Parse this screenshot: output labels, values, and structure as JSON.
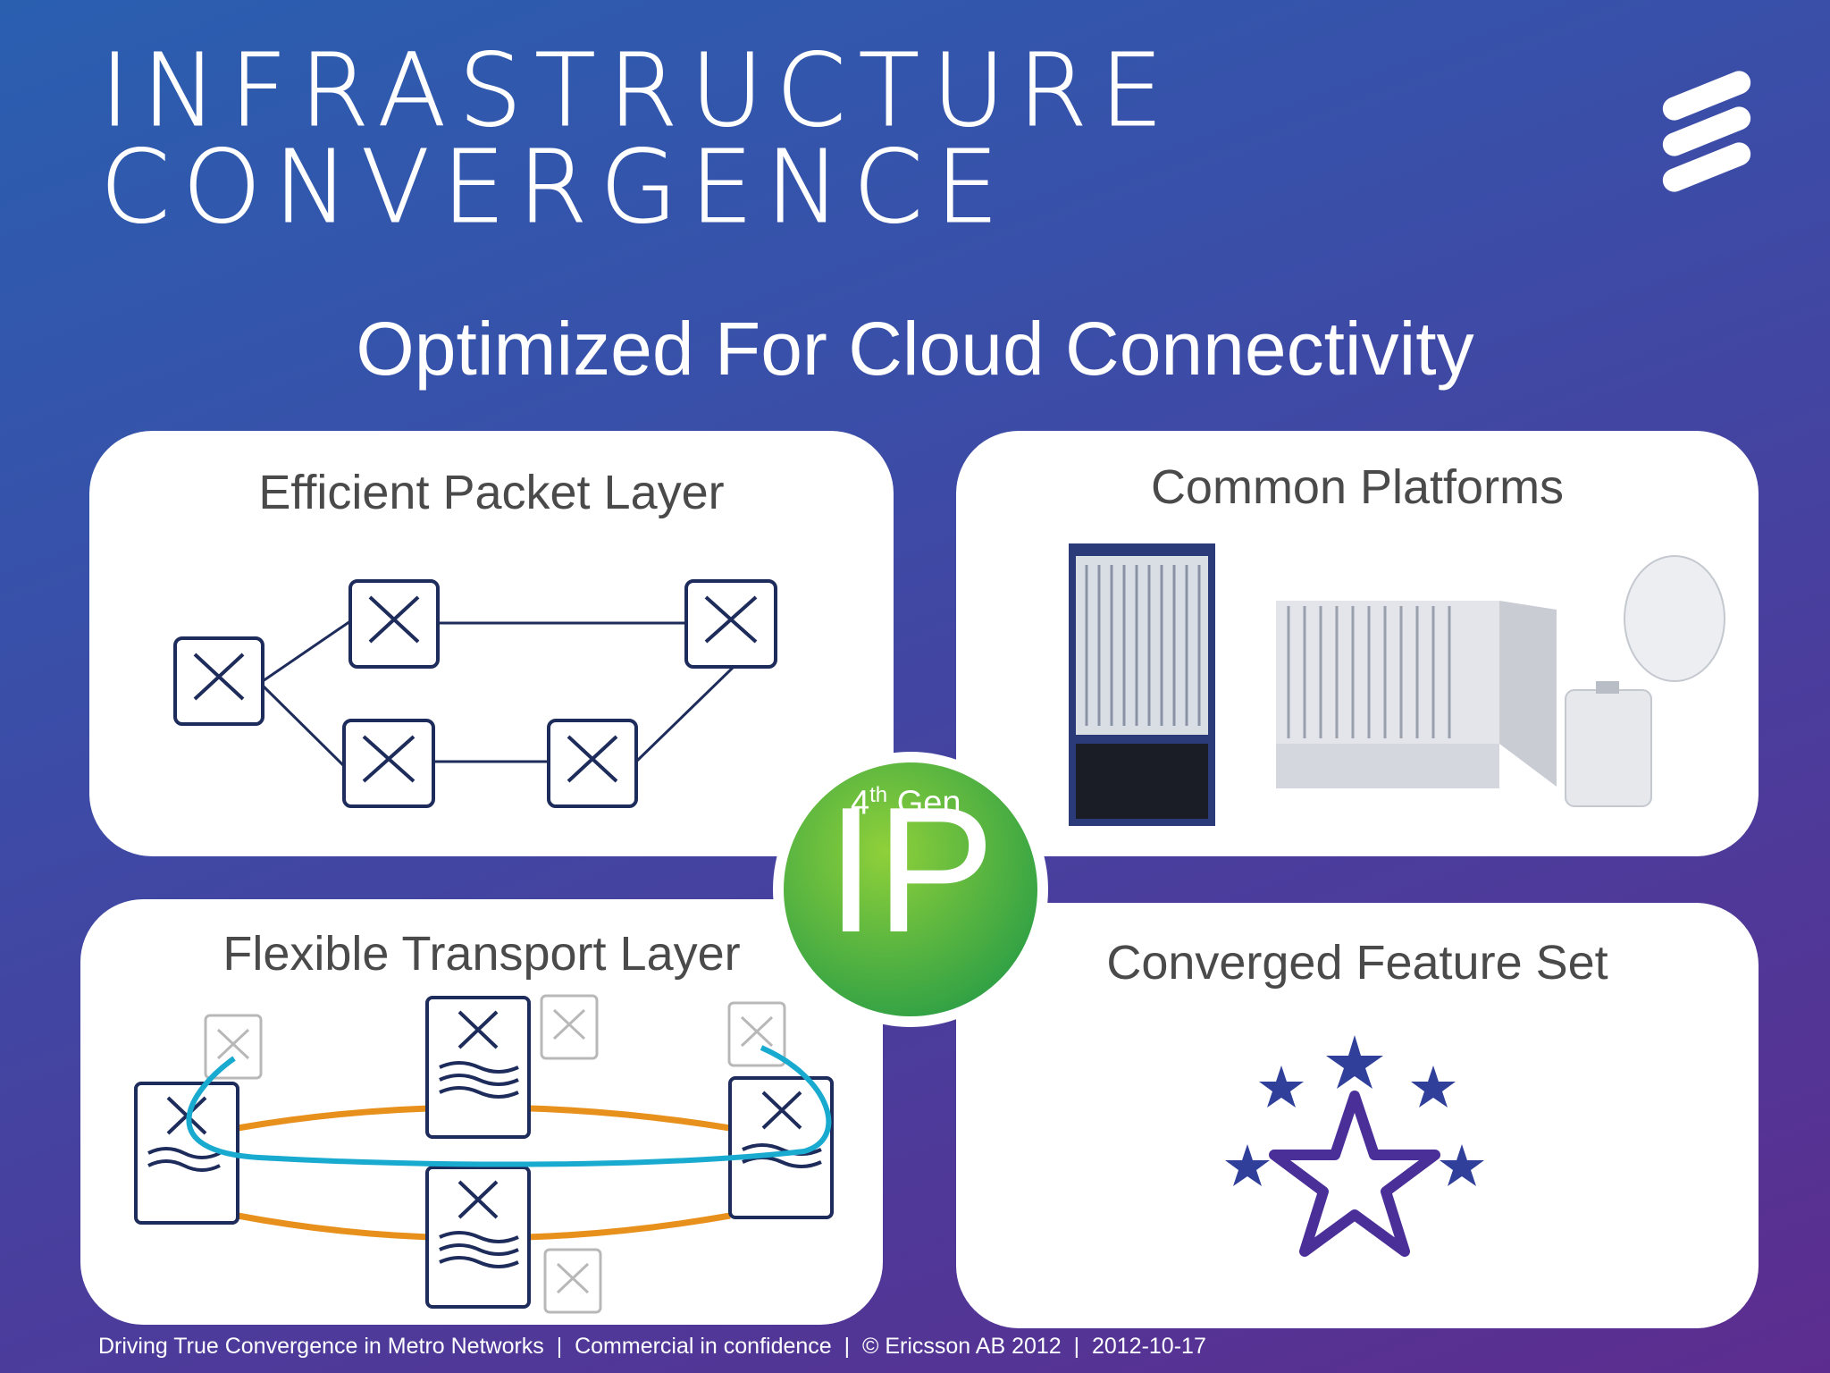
{
  "title": {
    "line1": "INFRASTRUCTURE",
    "line2": "CONVERGENCE"
  },
  "subtitle": "Optimized For Cloud Connectivity",
  "panels": {
    "packet": {
      "title": "Efficient Packet Layer"
    },
    "platforms": {
      "title": "Common Platforms"
    },
    "transport": {
      "title": "Flexible Transport Layer"
    },
    "features": {
      "title": "Converged Feature Set"
    }
  },
  "badge": {
    "gen_number": "4",
    "gen_suffix": "th",
    "gen_word": "Gen",
    "main": "IP"
  },
  "footer": {
    "text": "Driving True Convergence in Metro Networks  |  Commercial in confidence  |  © Ericsson AB 2012  |  2012-10-17"
  },
  "colors": {
    "icon_navy": "#1e2c5c",
    "ring_orange": "#e8901c",
    "path_cyan": "#19aad0",
    "star_blue": "#2f3f9a",
    "badge_green": "#4cae3a"
  }
}
